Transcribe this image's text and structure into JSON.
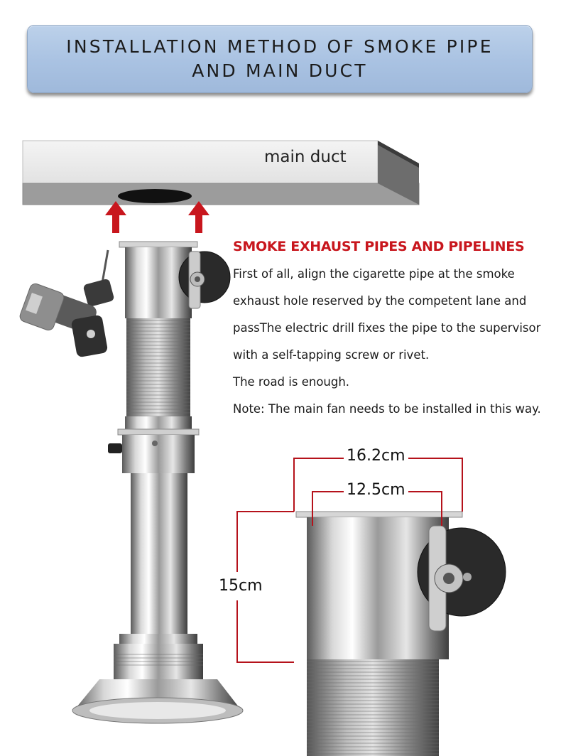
{
  "banner": {
    "line1": "INSTALLATION METHOD OF SMOKE PIPE",
    "line2": "AND MAIN DUCT"
  },
  "duct": {
    "label": "main duct"
  },
  "section": {
    "heading": "SMOKE EXHAUST PIPES AND PIPELINES",
    "lines": [
      "First of all, align the cigarette pipe at the smoke",
      "exhaust hole reserved by the competent lane and",
      "passThe electric drill fixes the pipe to the supervisor",
      "with a self-tapping screw or rivet.",
      "The road is enough.",
      "Note: The main fan needs to be installed in this way."
    ]
  },
  "dimensions": {
    "outer_diameter": "16.2cm",
    "inner_diameter": "12.5cm",
    "height": "15cm"
  },
  "icons": [
    "up-arrow-icon",
    "electric-drill-icon",
    "smoke-pipe-image",
    "valve-disc-icon"
  ],
  "colors": {
    "accent_red": "#c8161d",
    "banner_blue": "#a9c2e2",
    "dimension_line": "#b5121b"
  }
}
